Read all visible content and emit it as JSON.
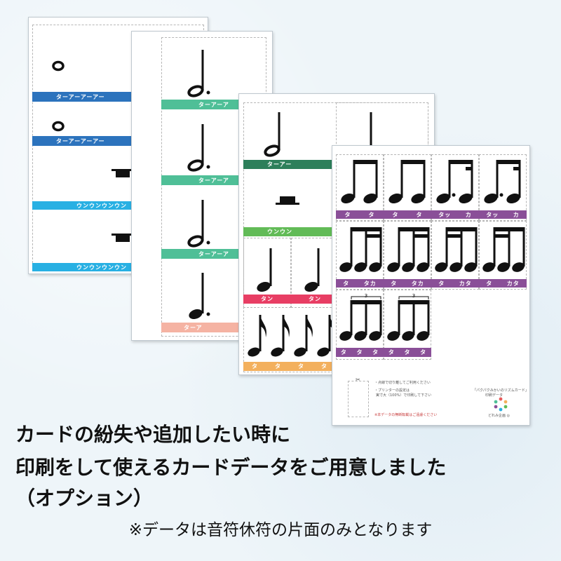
{
  "sheet1": {
    "bands": [
      "ターアーアーアー",
      "ターアーアーアー",
      "ウンウンウンウン",
      "ウンウンウンウン"
    ]
  },
  "sheet2": {
    "bands": [
      "ターアーア",
      "ターアーア",
      "ターアーア",
      "ターア"
    ]
  },
  "sheet3": {
    "bands": [
      "ターアー",
      "ウンウン",
      "タン",
      "タン",
      "タ",
      "タ",
      "タ",
      "タ"
    ]
  },
  "sheet4": {
    "row1": [
      "タ",
      "タ",
      "タ",
      "タ",
      "タッ",
      "カ",
      "タッ",
      "カ"
    ],
    "row2": [
      "タ",
      "タカ",
      "タ",
      "タカ",
      "タ",
      "カタ",
      "タ",
      "カタ"
    ],
    "row3": [
      "タ",
      "タ",
      "タ",
      "タ",
      "タ",
      "タ"
    ],
    "triplet": "3",
    "footer": {
      "line1": "・点線で切り離してご利用ください",
      "line2": "・プリンターの設定は",
      "line3": "実寸大（100%）で印刷して下さい",
      "note": "※本データの無断転載はご遠慮ください",
      "title": "「パクパクみかいのリズムカード」",
      "subtitle": "印刷データ",
      "brand": "どれみ企画 ◎"
    },
    "colors": {
      "purple": "#8a4f98"
    }
  },
  "caption": {
    "line1": "カードの紛失や追加したい時に",
    "line2": "印刷をして使えるカードデータをご用意しました",
    "line3": "（オプション）",
    "sub": "※データは音符休符の片面のみとなります"
  }
}
